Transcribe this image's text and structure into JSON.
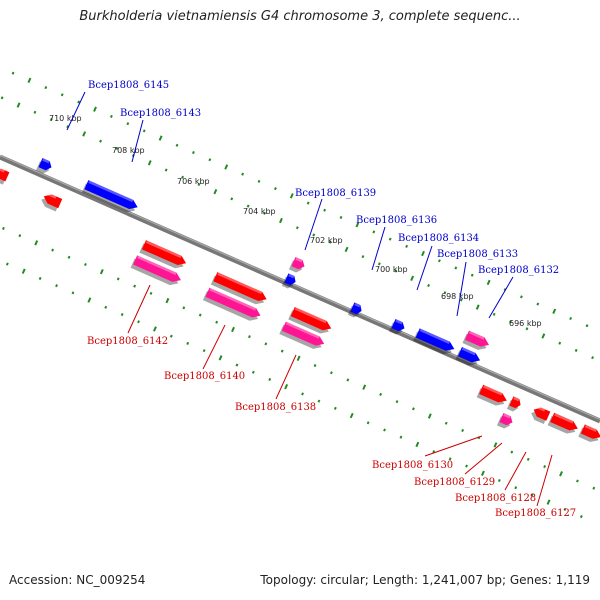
{
  "title": "Burkholderia vietnamiensis G4 chromosome 3, complete sequenc...",
  "footer": {
    "accession": "Accession: NC_009254",
    "summary": "Topology: circular; Length: 1,241,007 bp; Genes: 1,119"
  },
  "colors": {
    "backbone": "#777777",
    "ticks": "#228B22",
    "gene_forward": "#0000ff",
    "gene_reverse": "#ff0000",
    "gene_pseudo": "#ff1493",
    "label_forward": "#0000cc",
    "label_reverse": "#cc0000"
  },
  "kbp_labels": [
    "710 kbp",
    "708 kbp",
    "706 kbp",
    "704 kbp",
    "702 kbp",
    "700 kbp",
    "698 kbp",
    "696 kbp"
  ],
  "gene_labels_top": [
    "Bcep1808_6145",
    "Bcep1808_6143",
    "Bcep1808_6139",
    "Bcep1808_6136",
    "Bcep1808_6134",
    "Bcep1808_6133",
    "Bcep1808_6132"
  ],
  "gene_labels_bottom": [
    "Bcep1808_6142",
    "Bcep1808_6140",
    "Bcep1808_6138",
    "Bcep1808_6130",
    "Bcep1808_6129",
    "Bcep1808_6128",
    "Bcep1808_6127"
  ]
}
